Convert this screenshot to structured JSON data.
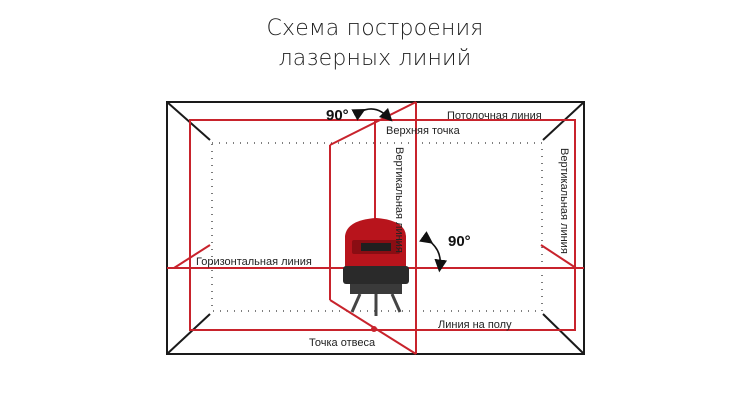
{
  "title": {
    "line1": "Схема построения",
    "line2": "лазерных линий"
  },
  "labels": {
    "ceiling_line": "Потолочная линия",
    "upper_point": "Верхняя точка",
    "vertical_line_center": "Вертикальная линия",
    "vertical_line_right": "Вертикальная линия",
    "horizontal_line": "Горизонтальная линия",
    "floor_line": "Линия на полу",
    "plumb_point": "Точка отвеса",
    "angle_top": "90°",
    "angle_right": "90°"
  },
  "colors": {
    "laser": "#c8232c",
    "room_edge": "#1a1a1a",
    "device_body": "#b8141c",
    "device_dark": "#2a2a2a"
  },
  "icons": [
    "curved-arrow-icon",
    "level-device-icon"
  ]
}
